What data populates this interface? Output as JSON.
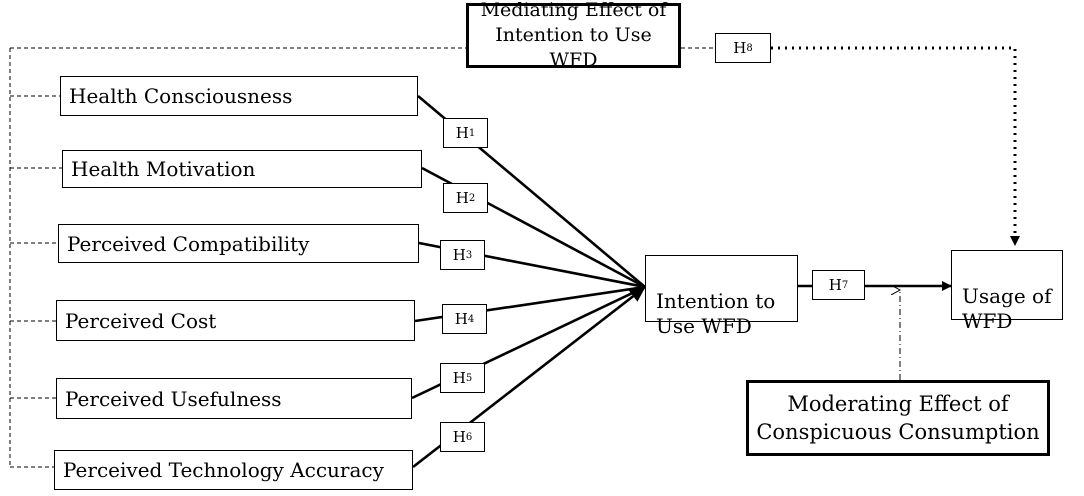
{
  "constructs": [
    "Health Consciousness",
    "Health Motivation",
    "Perceived Compatibility",
    "Perceived Cost",
    "Perceived Usefulness",
    "Perceived Technology Accuracy"
  ],
  "intention": "Intention to\nUse WFD",
  "usage": "Usage of\nWFD",
  "mediating": "Mediating Effect of\nIntention to Use WFD",
  "moderating": "Moderating Effect of\nConspicuous Consumption",
  "hypotheses": [
    {
      "letter": "H",
      "num": "1"
    },
    {
      "letter": "H",
      "num": "2"
    },
    {
      "letter": "H",
      "num": "3"
    },
    {
      "letter": "H",
      "num": "4"
    },
    {
      "letter": "H",
      "num": "5"
    },
    {
      "letter": "H",
      "num": "6"
    },
    {
      "letter": "H",
      "num": "7"
    },
    {
      "letter": "H",
      "num": "8"
    }
  ]
}
